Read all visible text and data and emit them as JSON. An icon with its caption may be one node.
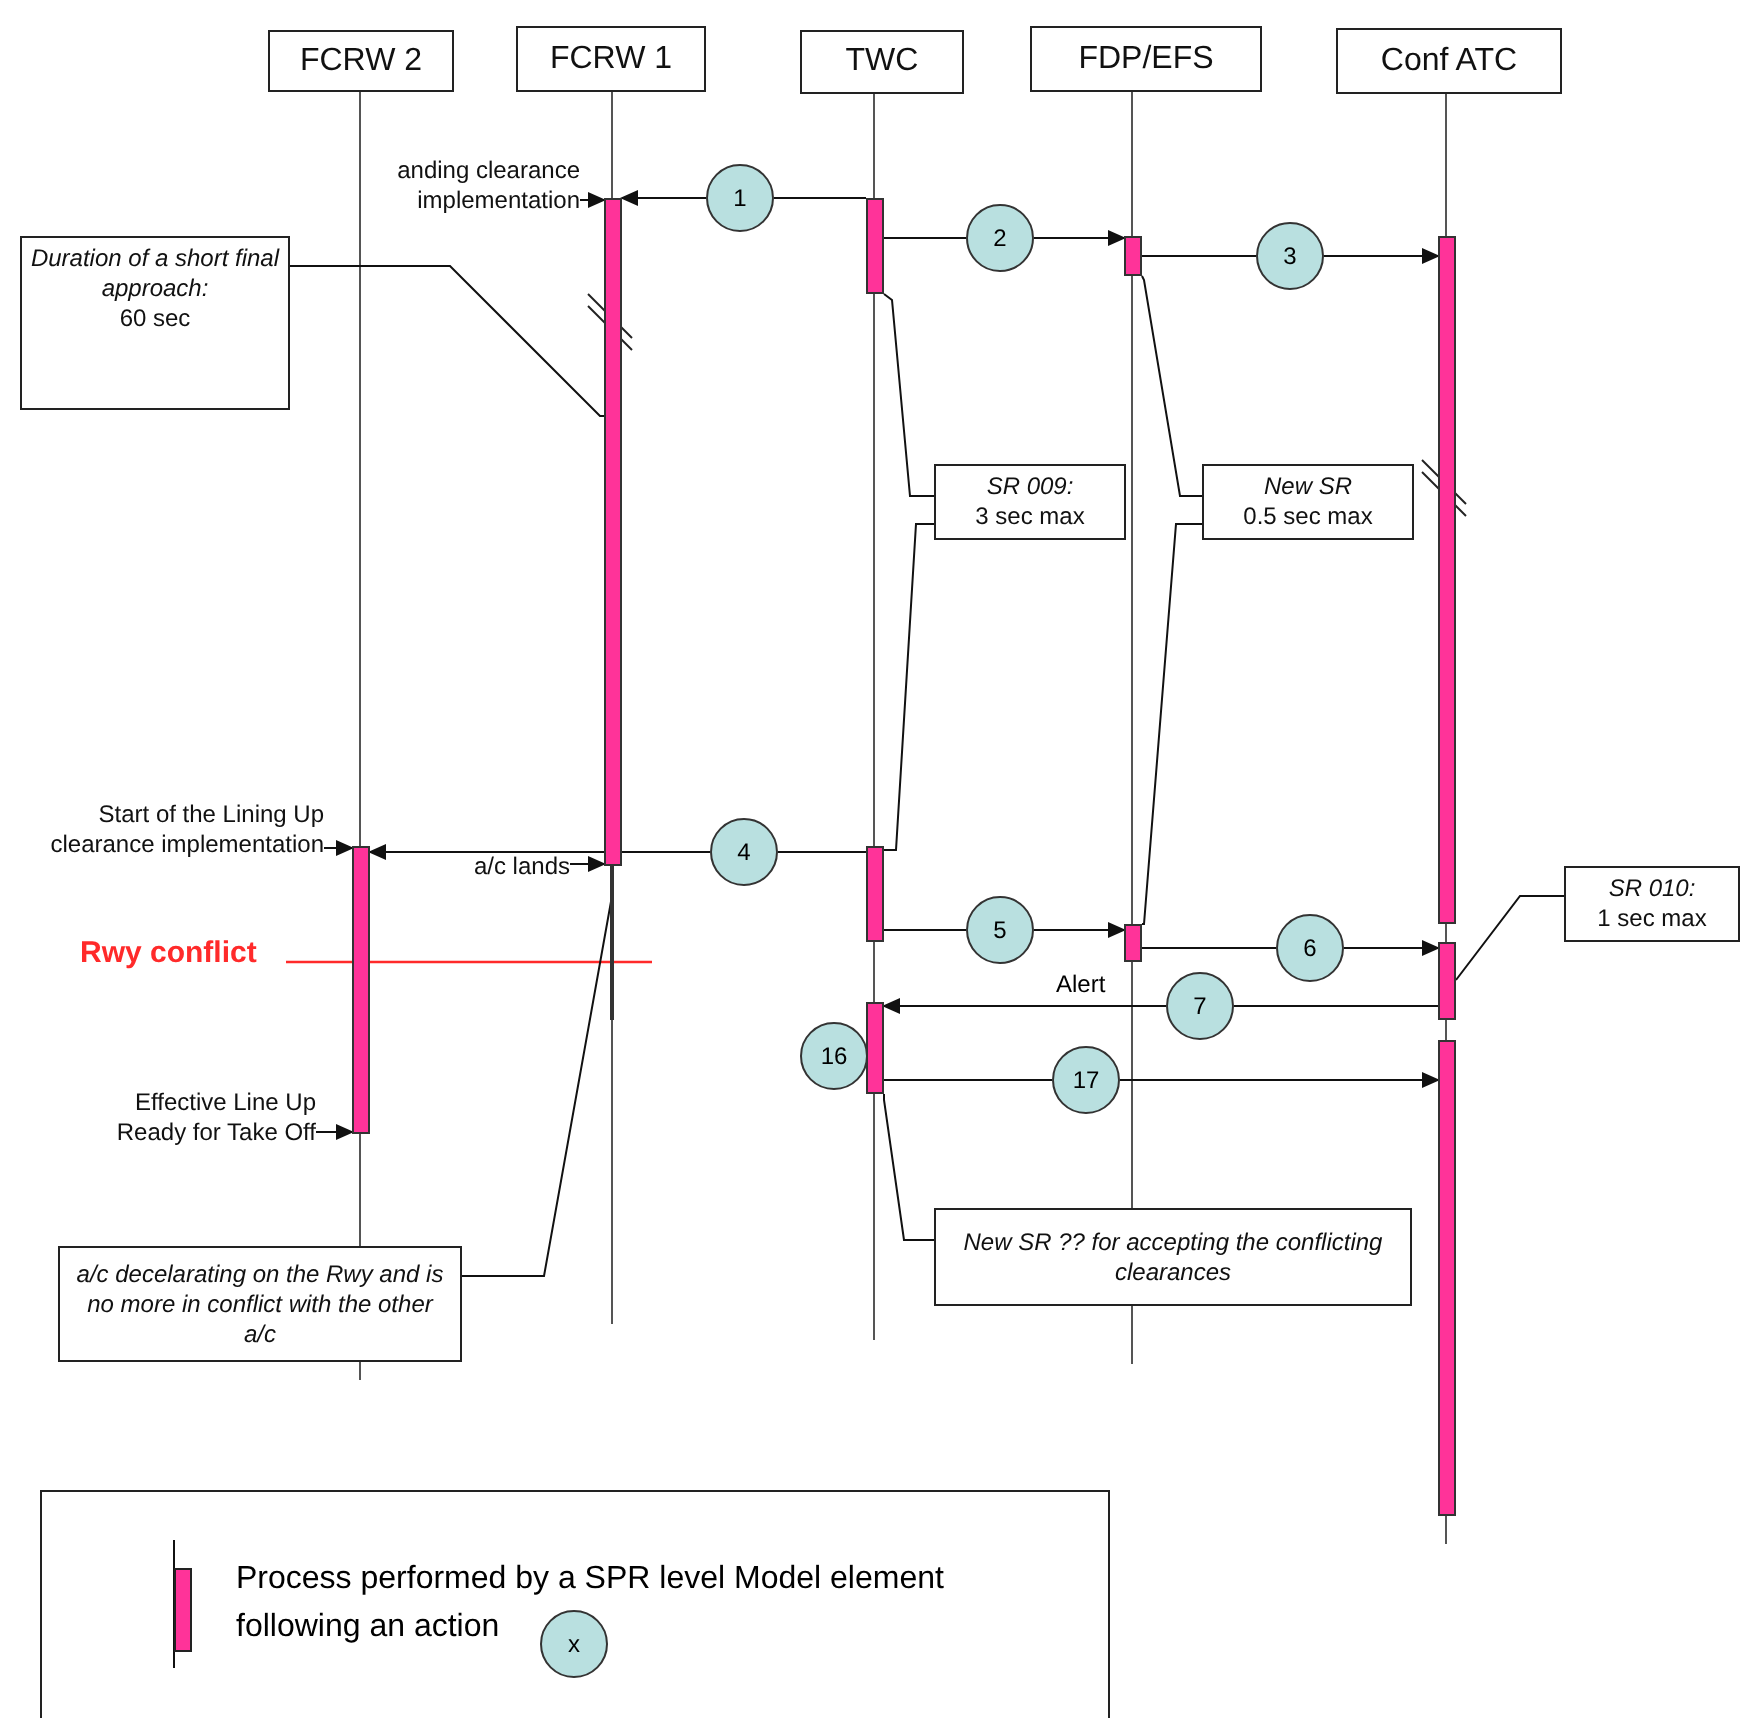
{
  "diagram": {
    "nodes": [
      {
        "text": [
          "FCRW 2"
        ]
      },
      {
        "text": [
          "FCRW 1"
        ]
      },
      {
        "text": [
          "TWC"
        ]
      },
      {
        "text": [
          "FDP/EFS"
        ]
      },
      {
        "text": [
          "Conf ATC"
        ]
      },
      {
        "text": [
          "anding clearance implementation"
        ]
      },
      {
        "text": [
          "Duration of a short final approach:",
          "60 sec"
        ]
      },
      {
        "text": [
          "SR 009:",
          "3 sec max"
        ]
      },
      {
        "text": [
          "New SR",
          "0.5 sec max"
        ]
      },
      {
        "text": [
          "Start of the Lining Up clearance implementation"
        ]
      },
      {
        "text": [
          "a/c lands"
        ]
      },
      {
        "text": [
          "SR 010:",
          "1 sec max"
        ]
      },
      {
        "text": [
          "16"
        ]
      },
      {
        "text": [
          "Effective Line Up Ready for Take Off"
        ]
      },
      {
        "text": [
          "New SR ?? for accepting the conflicting clearances"
        ]
      },
      {
        "text": [
          "a/c decelarating on the Rwy and is no more in conflict with the other a/c"
        ]
      },
      {
        "text": [],
        "shape": "bar"
      },
      {
        "text": [],
        "shape": "bar"
      },
      {
        "text": [],
        "shape": "bar"
      },
      {
        "text": [],
        "shape": "bar"
      },
      {
        "text": [],
        "shape": "bar"
      },
      {
        "text": [],
        "shape": "bar"
      },
      {
        "text": [],
        "shape": "bar"
      },
      {
        "text": [],
        "shape": "bar"
      },
      {
        "text": [],
        "shape": "bar"
      },
      {
        "text": [],
        "shape": "bar"
      },
      {
        "text": [],
        "shape": "bar"
      },
      {
        "text": [
          "1"
        ]
      },
      {
        "text": [
          "2"
        ]
      },
      {
        "text": [
          "3"
        ]
      },
      {
        "text": [
          "4"
        ]
      },
      {
        "text": [
          "5"
        ]
      },
      {
        "text": [
          "6"
        ]
      },
      {
        "text": [
          "7"
        ]
      },
      {
        "text": [
          "17"
        ]
      },
      {
        "text": [
          "x"
        ]
      }
    ],
    "edges": [
      {
        "from": 17,
        "to": 27,
        "arrow": "none"
      },
      {
        "from": 27,
        "to": 16,
        "arrow": "to"
      },
      {
        "from": 17,
        "to": 28,
        "arrow": "none"
      },
      {
        "from": 28,
        "to": 18,
        "arrow": "to"
      },
      {
        "from": 18,
        "to": 29,
        "arrow": "none"
      },
      {
        "from": 29,
        "to": 19,
        "arrow": "to"
      },
      {
        "from": 22,
        "to": 30,
        "arrow": "none"
      },
      {
        "from": 30,
        "to": 20,
        "arrow": "to"
      },
      {
        "from": 22,
        "to": 31,
        "arrow": "none"
      },
      {
        "from": 31,
        "to": 23,
        "arrow": "to"
      },
      {
        "from": 23,
        "to": 32,
        "arrow": "none"
      },
      {
        "from": 32,
        "to": 24,
        "arrow": "to"
      },
      {
        "from": 24,
        "to": 33,
        "arrow": "none"
      },
      {
        "from": 33,
        "to": 25,
        "arrow": "to"
      },
      {
        "from": 25,
        "to": 34,
        "arrow": "none"
      },
      {
        "from": 34,
        "to": 26,
        "arrow": "to"
      },
      {
        "from": 5,
        "to": 16,
        "arrow": "to"
      },
      {
        "from": 9,
        "to": 20,
        "arrow": "to"
      },
      {
        "from": 10,
        "to": 16,
        "arrow": "to"
      },
      {
        "from": 13,
        "to": 20,
        "arrow": "to"
      },
      {
        "from": 6,
        "to": 16,
        "arrow": "none"
      },
      {
        "from": 7,
        "to": 17,
        "arrow": "none"
      },
      {
        "from": 7,
        "to": 22,
        "arrow": "none"
      },
      {
        "from": 8,
        "to": 18,
        "arrow": "none"
      },
      {
        "from": 8,
        "to": 23,
        "arrow": "none"
      },
      {
        "from": 11,
        "to": 24,
        "arrow": "none"
      },
      {
        "from": 14,
        "to": 25,
        "arrow": "none"
      },
      {
        "from": 15,
        "to": 21,
        "arrow": "none"
      }
    ],
    "labels": [
      "Rwy conflict",
      "Alert"
    ],
    "legend": [
      {
        "text": "Process performed by a SPR level Model element following an action",
        "color": "#ff3399"
      }
    ]
  }
}
